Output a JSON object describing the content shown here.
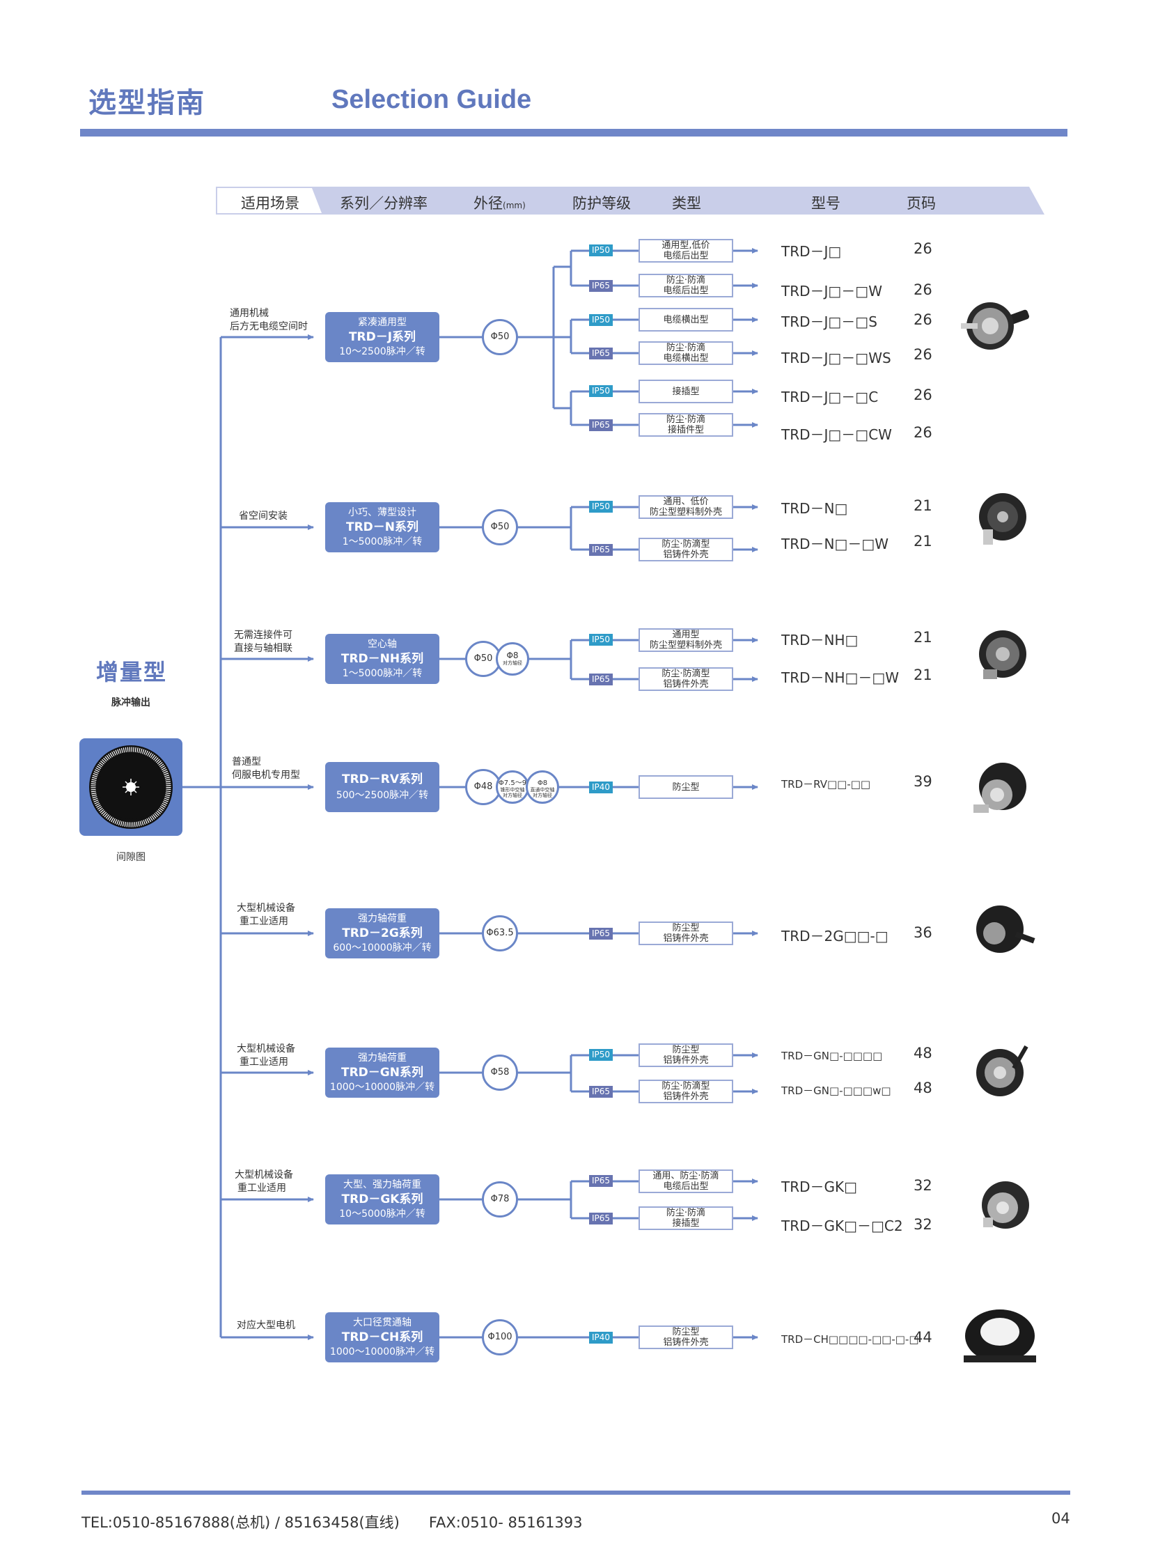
{
  "title": {
    "cn": "选型指南",
    "en": "Selection Guide"
  },
  "header": [
    "适用场景",
    "系列／分辨率",
    "外径",
    "防护等级",
    "类型",
    "型号",
    "页码"
  ],
  "header_unit": "mm)",
  "category": {
    "title": "增量型",
    "subtitle": "脉冲输出",
    "image_caption": "间隙图"
  },
  "rows": [
    {
      "scenario": [
        "通用机械",
        "后方无电缆空间时"
      ],
      "series": [
        "紧凑通用型",
        "TRD－J系列",
        "10～2500脉冲／转"
      ],
      "diameter": "Φ50",
      "types": [
        {
          "ip": "IP50",
          "label": [
            "通用型,低价",
            "电缆后出型"
          ],
          "model": "TRD－J□",
          "page": "26"
        },
        {
          "ip": "IP65",
          "label": [
            "防尘·防滴",
            "电缆后出型"
          ],
          "model": "TRD－J□－□W",
          "page": "26"
        },
        {
          "ip": "IP50",
          "label": [
            "电缆横出型"
          ],
          "model": "TRD－J□－□S",
          "page": "26"
        },
        {
          "ip": "IP65",
          "label": [
            "防尘·防滴",
            "电缆横出型"
          ],
          "model": "TRD－J□－□WS",
          "page": "26"
        },
        {
          "ip": "IP50",
          "label": [
            "接插型"
          ],
          "model": "TRD－J□－□C",
          "page": "26"
        },
        {
          "ip": "IP65",
          "label": [
            "防尘·防滴",
            "接插件型"
          ],
          "model": "TRD－J□－□CW",
          "page": "26"
        }
      ]
    },
    {
      "scenario": [
        "省空间安装"
      ],
      "series": [
        "小巧、薄型设计",
        "TRD－N系列",
        "1～5000脉冲／转"
      ],
      "diameter": "Φ50",
      "types": [
        {
          "ip": "IP50",
          "label": [
            "通用、低价",
            "防尘型塑料制外壳"
          ],
          "model": "TRD－N□",
          "page": "21"
        },
        {
          "ip": "IP65",
          "label": [
            "防尘·防滴型",
            "铝铸件外壳"
          ],
          "model": "TRD－N□－□W",
          "page": "21"
        }
      ]
    },
    {
      "scenario": [
        "无需连接件可",
        "直接与轴相联"
      ],
      "series": [
        "空心轴",
        "TRD－NH系列",
        "1～5000脉冲／转"
      ],
      "diameter": "Φ50",
      "diameter2": {
        "main": "Φ8",
        "note": "对方轴径"
      },
      "types": [
        {
          "ip": "IP50",
          "label": [
            "通用型",
            "防尘型塑料制外壳"
          ],
          "model": "TRD－NH□",
          "page": "21"
        },
        {
          "ip": "IP65",
          "label": [
            "防尘·防滴型",
            "铝铸件外壳"
          ],
          "model": "TRD－NH□－□W",
          "page": "21"
        }
      ]
    },
    {
      "scenario": [
        "普通型",
        "伺服电机专用型"
      ],
      "series": [
        "TRD－RV系列",
        "500～2500脉冲／转"
      ],
      "diameter": "Φ48",
      "diameter2": {
        "main": "Φ7.5～9",
        "note": "锥形中空轴 对方轴径"
      },
      "diameter3": {
        "main": "Φ8",
        "note": "直通中空轴 对方轴径"
      },
      "types": [
        {
          "ip": "IP40",
          "label": [
            "防尘型"
          ],
          "model": "TRD－RV□□-□□",
          "page": "39"
        }
      ]
    },
    {
      "scenario": [
        "大型机械设备",
        "重工业适用"
      ],
      "series": [
        "强力轴荷重",
        "TRD－2G系列",
        "600～10000脉冲／转"
      ],
      "diameter": "Φ63.5",
      "types": [
        {
          "ip": "IP65",
          "label": [
            "防尘型",
            "铝铸件外壳"
          ],
          "model": "TRD－2G□□-□",
          "page": "36"
        }
      ]
    },
    {
      "scenario": [
        "大型机械设备",
        "重工业适用"
      ],
      "series": [
        "强力轴荷重",
        "TRD－GN系列",
        "1000～10000脉冲／转"
      ],
      "diameter": "Φ58",
      "types": [
        {
          "ip": "IP50",
          "label": [
            "防尘型",
            "铝铸件外壳"
          ],
          "model": "TRD－GN□-□□□□",
          "page": "48"
        },
        {
          "ip": "IP65",
          "label": [
            "防尘·防滴型",
            "铝铸件外壳"
          ],
          "model": "TRD－GN□-□□□w□",
          "page": "48"
        }
      ]
    },
    {
      "scenario": [
        "大型机械设备",
        "重工业适用"
      ],
      "series": [
        "大型、强力轴荷重",
        "TRD－GK系列",
        "10～5000脉冲／转"
      ],
      "diameter": "Φ78",
      "types": [
        {
          "ip": "IP65",
          "label": [
            "通用、防尘·防滴",
            "电缆后出型"
          ],
          "model": "TRD－GK□",
          "page": "32"
        },
        {
          "ip": "IP65",
          "label": [
            "防尘·防滴",
            "接插型"
          ],
          "model": "TRD－GK□－□C2",
          "page": "32"
        }
      ]
    },
    {
      "scenario": [
        "对应大型电机"
      ],
      "series": [
        "大口径贯通轴",
        "TRD－CH系列",
        "1000～10000脉冲／转"
      ],
      "diameter": "Φ100",
      "types": [
        {
          "ip": "IP40",
          "label": [
            "防尘型",
            "铝铸件外壳"
          ],
          "model": "TRD－CH□□□□-□□-□-□",
          "page": "44"
        }
      ]
    }
  ],
  "footer": {
    "contact": "TEL:0510-85167888(总机) / 85163458(直线)　　FAX:0510- 85161393",
    "page": "04"
  },
  "colors": {
    "accent": "#6078bd",
    "series_box": "#6a86c7",
    "ip50": "#2e9bc8",
    "ip65": "#6773b0",
    "line": "#6a86c7"
  },
  "icons": [
    "encoder-disc-icon",
    "arrow-icon",
    "encoder-photo"
  ]
}
